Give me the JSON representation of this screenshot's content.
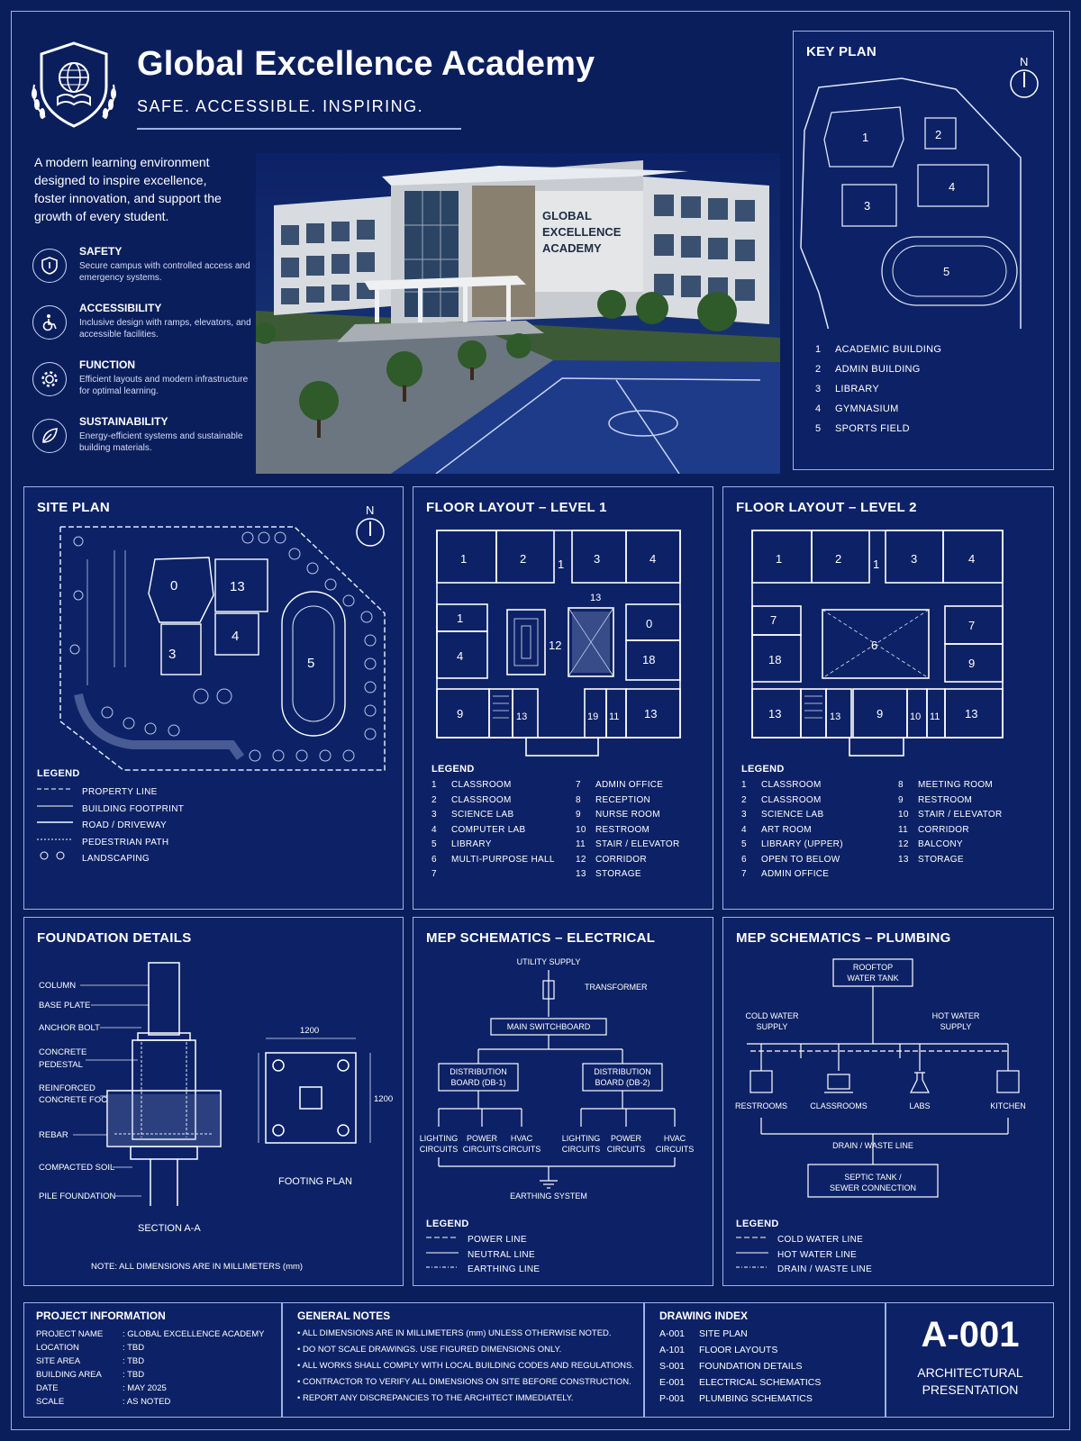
{
  "header": {
    "title": "Global Excellence Academy",
    "tagline": "SAFE. ACCESSIBLE. INSPIRING.",
    "intro": "A modern learning environment designed to inspire excellence, foster innovation, and support the growth of every student.",
    "building_sign": [
      "GLOBAL",
      "EXCELLENCE",
      "ACADEMY"
    ],
    "features": [
      {
        "title": "SAFETY",
        "desc": "Secure campus with controlled access and emergency systems.",
        "icon": "shield-icon"
      },
      {
        "title": "ACCESSIBILITY",
        "desc": "Inclusive design with ramps, elevators, and accessible facilities.",
        "icon": "wheelchair-icon"
      },
      {
        "title": "FUNCTION",
        "desc": "Efficient layouts and modern infrastructure for optimal learning.",
        "icon": "gear-icon"
      },
      {
        "title": "SUSTAINABILITY",
        "desc": "Energy-efficient systems and sustainable building materials.",
        "icon": "leaf-icon"
      }
    ]
  },
  "key_plan": {
    "title": "KEY PLAN",
    "north": "N",
    "items": [
      {
        "n": "1",
        "label": "ACADEMIC BUILDING"
      },
      {
        "n": "2",
        "label": "ADMIN BUILDING"
      },
      {
        "n": "3",
        "label": "LIBRARY"
      },
      {
        "n": "4",
        "label": "GYMNASIUM"
      },
      {
        "n": "5",
        "label": "SPORTS FIELD"
      }
    ]
  },
  "site_plan": {
    "title": "SITE PLAN",
    "north": "N",
    "legend_title": "LEGEND",
    "legend": [
      "PROPERTY LINE",
      "BUILDING FOOTPRINT",
      "ROAD / DRIVEWAY",
      "PEDESTRIAN PATH",
      "LANDSCAPING"
    ],
    "labels": [
      "0",
      "13",
      "3",
      "4",
      "5"
    ]
  },
  "floor1": {
    "title": "FLOOR LAYOUT – LEVEL 1",
    "legend_title": "LEGEND",
    "rooms": [
      "1",
      "2",
      "1",
      "3",
      "4",
      "13",
      "1",
      "12",
      "0",
      "4",
      "18",
      "9",
      "13",
      "19",
      "11",
      "13"
    ],
    "legend_left": [
      {
        "n": "1",
        "label": "CLASSROOM"
      },
      {
        "n": "2",
        "label": "CLASSROOM"
      },
      {
        "n": "3",
        "label": "SCIENCE LAB"
      },
      {
        "n": "4",
        "label": "COMPUTER LAB"
      },
      {
        "n": "5",
        "label": "LIBRARY"
      },
      {
        "n": "6",
        "label": "MULTI-PURPOSE HALL"
      },
      {
        "n": "7",
        "label": ""
      }
    ],
    "legend_right": [
      {
        "n": "7",
        "label": "ADMIN OFFICE"
      },
      {
        "n": "8",
        "label": "RECEPTION"
      },
      {
        "n": "9",
        "label": "NURSE ROOM"
      },
      {
        "n": "10",
        "label": "RESTROOM"
      },
      {
        "n": "11",
        "label": "STAIR / ELEVATOR"
      },
      {
        "n": "12",
        "label": "CORRIDOR"
      },
      {
        "n": "13",
        "label": "STORAGE"
      }
    ]
  },
  "floor2": {
    "title": "FLOOR LAYOUT – LEVEL 2",
    "legend_title": "LEGEND",
    "rooms": [
      "1",
      "2",
      "1",
      "3",
      "4",
      "7",
      "6",
      "7",
      "18",
      "9",
      "13",
      "13",
      "9",
      "10",
      "11",
      "13"
    ],
    "legend_left": [
      {
        "n": "1",
        "label": "CLASSROOM"
      },
      {
        "n": "2",
        "label": "CLASSROOM"
      },
      {
        "n": "3",
        "label": "SCIENCE LAB"
      },
      {
        "n": "4",
        "label": "ART ROOM"
      },
      {
        "n": "5",
        "label": "LIBRARY (UPPER)"
      },
      {
        "n": "6",
        "label": "OPEN TO BELOW"
      },
      {
        "n": "7",
        "label": "ADMIN OFFICE"
      }
    ],
    "legend_right": [
      {
        "n": "8",
        "label": "MEETING ROOM"
      },
      {
        "n": "9",
        "label": "RESTROOM"
      },
      {
        "n": "10",
        "label": "STAIR / ELEVATOR"
      },
      {
        "n": "11",
        "label": "CORRIDOR"
      },
      {
        "n": "12",
        "label": "BALCONY"
      },
      {
        "n": "13",
        "label": "STORAGE"
      }
    ]
  },
  "foundation": {
    "title": "FOUNDATION DETAILS",
    "labels": [
      "COLUMN",
      "BASE PLATE",
      "ANCHOR BOLT",
      "CONCRETE",
      "PEDESTAL",
      "REINFORCED",
      "CONCRETE FOC",
      "REBAR",
      "COMPACTED SOIL",
      "PILE FOUNDATION"
    ],
    "section": "SECTION A-A",
    "footing": "FOOTING PLAN",
    "dim_w": "1200",
    "dim_h": "1200",
    "note": "NOTE: ALL DIMENSIONS ARE IN MILLIMETERS (mm)"
  },
  "electrical": {
    "title": "MEP SCHEMATICS – ELECTRICAL",
    "utility": "UTILITY SUPPLY",
    "transformer": "TRANSFORMER",
    "switchboard": "MAIN SWITCHBOARD",
    "db1": [
      "DISTRIBUTION",
      "BOARD (DB-1)"
    ],
    "db2": [
      "DISTRIBUTION",
      "BOARD (DB-2)"
    ],
    "circuits": [
      [
        "LIGHTING",
        "CIRCUITS"
      ],
      [
        "POWER",
        "CIRCUITS"
      ],
      [
        "HVAC",
        "CIRCUITS"
      ],
      [
        "LIGHTING",
        "CIRCUITS"
      ],
      [
        "POWER",
        "CIRCUITS"
      ],
      [
        "HVAC",
        "CIRCUITS"
      ]
    ],
    "earthing": "EARTHING SYSTEM",
    "legend_title": "LEGEND",
    "legend": [
      "POWER LINE",
      "NEUTRAL LINE",
      "EARTHING LINE"
    ]
  },
  "plumbing": {
    "title": "MEP SCHEMATICS – PLUMBING",
    "tank": [
      "ROOFTOP",
      "WATER TANK"
    ],
    "cold": [
      "COLD WATER",
      "SUPPLY"
    ],
    "hot": [
      "HOT WATER",
      "SUPPLY"
    ],
    "fixtures": [
      "RESTROOMS",
      "CLASSROOMS",
      "LABS",
      "KITCHEN"
    ],
    "drain": "DRAIN  /  WASTE LINE",
    "septic": [
      "SEPTIC TANK /",
      "SEWER CONNECTION"
    ],
    "legend_title": "LEGEND",
    "legend": [
      "COLD WATER LINE",
      "HOT WATER LINE",
      "DRAIN / WASTE LINE"
    ]
  },
  "project_info": {
    "title": "PROJECT INFORMATION",
    "rows": [
      {
        "k": "PROJECT NAME",
        "v": ": GLOBAL EXCELLENCE ACADEMY"
      },
      {
        "k": "LOCATION",
        "v": ": TBD"
      },
      {
        "k": "SITE AREA",
        "v": ": TBD"
      },
      {
        "k": "BUILDING AREA",
        "v": ": TBD"
      },
      {
        "k": "DATE",
        "v": ": MAY 2025"
      },
      {
        "k": "SCALE",
        "v": ": AS NOTED"
      }
    ]
  },
  "general_notes": {
    "title": "GENERAL NOTES",
    "items": [
      "ALL DIMENSIONS ARE IN MILLIMETERS (mm) UNLESS OTHERWISE NOTED.",
      "DO NOT SCALE DRAWINGS. USE FIGURED DIMENSIONS ONLY.",
      "ALL WORKS SHALL COMPLY WITH LOCAL BUILDING CODES AND REGULATIONS.",
      "CONTRACTOR TO VERIFY ALL DIMENSIONS ON SITE BEFORE CONSTRUCTION.",
      "REPORT ANY DISCREPANCIES TO THE ARCHITECT IMMEDIATELY."
    ]
  },
  "drawing_index": {
    "title": "DRAWING INDEX",
    "items": [
      {
        "code": "A-001",
        "label": "SITE PLAN"
      },
      {
        "code": "A-101",
        "label": "FLOOR LAYOUTS"
      },
      {
        "code": "S-001",
        "label": "FOUNDATION DETAILS"
      },
      {
        "code": "E-001",
        "label": "ELECTRICAL SCHEMATICS"
      },
      {
        "code": "P-001",
        "label": "PLUMBING SCHEMATICS"
      }
    ]
  },
  "sheet": {
    "number": "A-001",
    "caption": [
      "ARCHITECTURAL",
      "PRESENTATION"
    ]
  },
  "colors": {
    "background": "#0b1e5c",
    "panel": "#0d2266",
    "line": "#9fb2e4",
    "text": "#ffffff"
  }
}
